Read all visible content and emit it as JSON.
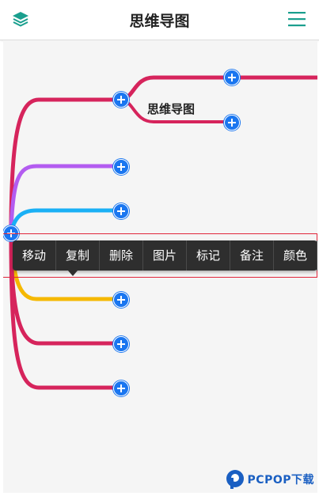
{
  "header": {
    "title": "思维导图",
    "left_icon": "layers-icon",
    "right_icon": "menu-icon"
  },
  "mindmap": {
    "center_label": "思维导图",
    "branch_colors": [
      "#d6245c",
      "#b35cf0",
      "#1ab0f5",
      "#1b7e8e",
      "#f5b800",
      "#d6245c",
      "#d6245c"
    ]
  },
  "context_menu": {
    "items": [
      "移动",
      "复制",
      "删除",
      "图片",
      "标记",
      "备注",
      "颜色"
    ]
  },
  "colors": {
    "accent": "#1a76f0",
    "selection": "#e0253a",
    "menu_bg": "#2e2e2e"
  },
  "watermark": {
    "text": "PCPOP下载"
  }
}
